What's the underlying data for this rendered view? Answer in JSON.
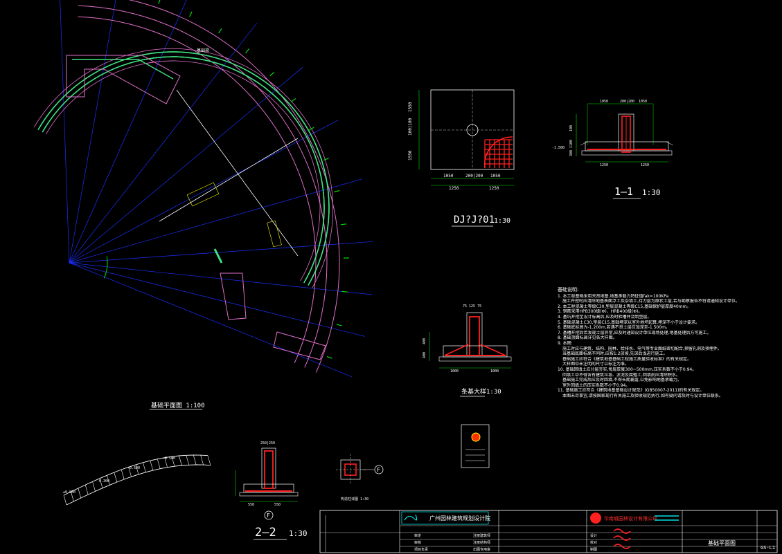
{
  "drawings": {
    "foundation_plan_title": "基础平面图 1:100",
    "dj_title": "DJ?J?01",
    "dj_scale": "1:30",
    "section11_title": "1—1",
    "section11_scale": "1:30",
    "strip_title": "条基大样",
    "strip_scale": "1:30",
    "section22_title": "2—2",
    "section22_scale": "1:30",
    "detail_label": "F",
    "small_detail_title": "构造柱详图 1:30",
    "leader_label": "基础梁"
  },
  "dims": {
    "dj_left": [
      "1550",
      "100|100",
      "1550"
    ],
    "dj_bottom1": [
      "1050",
      "200|200",
      "1050"
    ],
    "dj_bottom2": [
      "1250",
      "1250"
    ],
    "s11_top": [
      "1050",
      "200|200",
      "1050"
    ],
    "s11_bottom": [
      "1250",
      "1250"
    ],
    "s11_left": [
      "100",
      "1100",
      "300"
    ],
    "s11_elev": "-1.500",
    "strip_top": "75 125   75",
    "strip_bottom": [
      "1000",
      "1000"
    ],
    "strip_left": [
      "400",
      "400"
    ],
    "s22_top": "250|250",
    "s22_bottom": [
      "550",
      "550"
    ],
    "arc_elev": [
      "±0.000",
      "-0.300",
      "-0.500",
      "-0.500"
    ]
  },
  "notes": {
    "heading": "基础说明:",
    "lines": [
      "1. 本工程基础采用天然地基,地基承载力特征值fak=100KPa",
      "   施工开挖时应清除地基表面浮土及杂填土,持力层为原状土层,若与勘察报告不符请通知设计单位。",
      "2. 本工程混凝土等级C30,垫层混凝土等级C15,基础保护层厚度40mm。",
      "3. 钢筋采用HPB300级(Φ)、HRB400级(Φ)。",
      "4. 基坑开挖至设计标高后,应及时验槽并浇筑垫层。",
      "5. 基础混凝土C30,垫层C15,基础埋深以室外地坪起算,埋深不小于设计要求。",
      "6. 基础底标高为-1.200m,若遇不良土层应加深至-1.500m。",
      "7. 基槽开挖后若发现土层异常,应及时通知设计单位现场处理,地基处理后方可施工。",
      "8. 基础顶面标高详见各大样图。",
      "9. 本图:",
      "   施工时应与建筑、结构、园林、给排水、电气等专业图纸密切配合,预留孔洞及预埋件。",
      "   当基础底面标高不同时,应按1:2放坡,先深后浅进行施工。",
      "   基础施工应符合《建筑地基基础工程施工质量验收标准》的有关规定。",
      "   大样图中未注明的尺寸以标注为准。",
      "10. 基础回填土应分层夯实,每层厚度300~500mm,压实系数不小于0.94。",
      "   回填土中不得含有建筑垃圾、淤泥及腐殖土,回填前应清除积水。",
      "   基础施工完成后应及时回填,不得长期暴露,以免影响地基承载力。",
      "   室外回填土的压实系数不小于0.94。",
      "11. 基础施工应符合《建筑地基基础设计规范》(GB50007-2011)的有关规定。",
      "   本图未尽事宜,请按国家现行有关施工及验收规范执行,如有疑问请及时与设计单位联系。"
    ]
  },
  "title_block": {
    "institute_left": "广州园林建筑规划设计院",
    "company_right": "华南城园林设计有限公司",
    "drawing_name": "基础平面图",
    "drawing_no": "GS-L1",
    "row_labels": [
      "审定",
      "审核",
      "项目负责",
      "设计",
      "校对",
      "制图"
    ],
    "stamps": [
      "注册建筑师",
      "注册结构师",
      "出图专用章"
    ]
  },
  "colors": {
    "background": "#000000",
    "outline_pink": "#e070c8",
    "wall_green": "#40e080",
    "axis_blue": "#1a30ff",
    "dim_green": "#00e000",
    "rebar_red": "#ff2020",
    "highlight_yellow": "#ffff00",
    "text_white": "#ffffff"
  }
}
